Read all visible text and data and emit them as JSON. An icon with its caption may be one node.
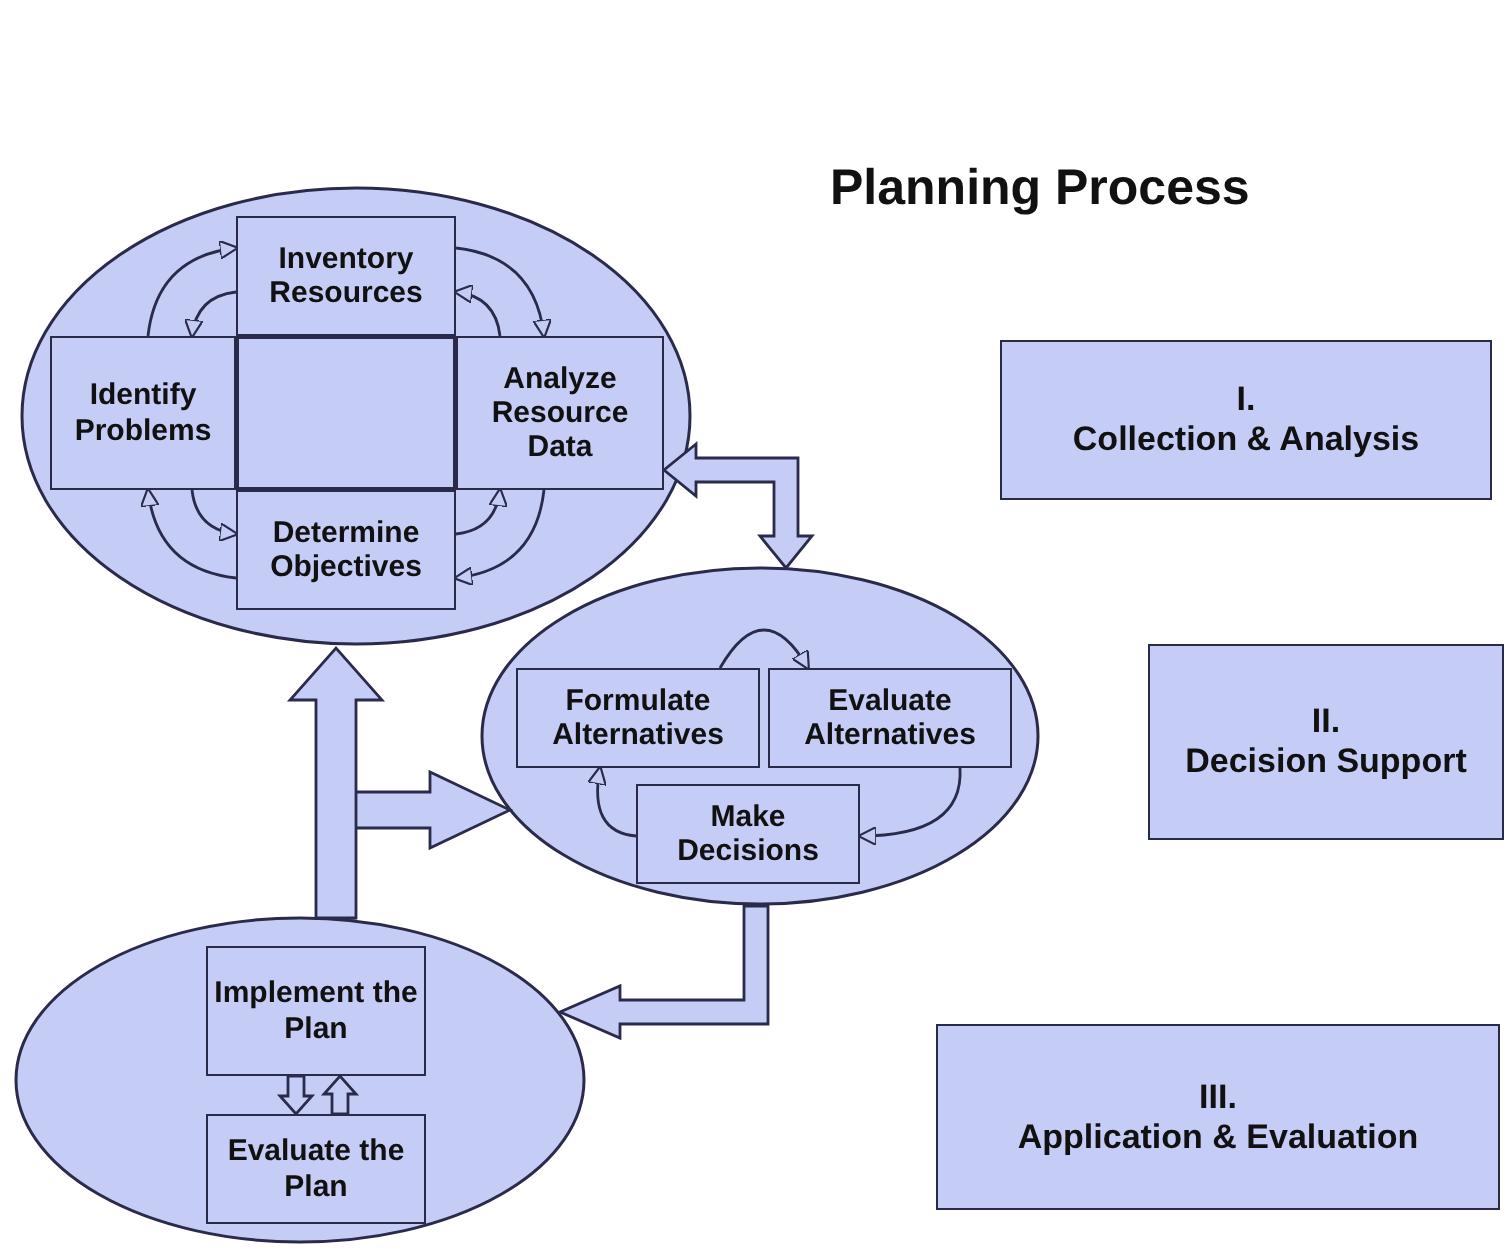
{
  "diagram": {
    "title": "Planning Process",
    "nodes": [
      {
        "text": [],
        "shape": "ellipse"
      },
      {
        "text": [
          "Inventory Resources"
        ],
        "in": 0
      },
      {
        "text": [
          "Identify Problems"
        ],
        "in": 0
      },
      {
        "text": [
          "Analyze Resource Data"
        ],
        "in": 0
      },
      {
        "text": [
          "Determine Objectives"
        ],
        "in": 0
      },
      {
        "text": [],
        "shape": "ellipse"
      },
      {
        "text": [
          "Formulate Alternatives"
        ],
        "in": 5
      },
      {
        "text": [
          "Evaluate Alternatives"
        ],
        "in": 5
      },
      {
        "text": [
          "Make Decisions"
        ],
        "in": 5
      },
      {
        "text": [],
        "shape": "ellipse"
      },
      {
        "text": [
          "Implement the Plan"
        ],
        "in": 9
      },
      {
        "text": [
          "Evaluate the Plan"
        ],
        "in": 9
      },
      {
        "text": [
          "I.",
          "Collection & Analysis"
        ]
      },
      {
        "text": [
          "II.",
          "Decision Support"
        ]
      },
      {
        "text": [
          "III.",
          "Application & Evaluation"
        ]
      },
      {
        "text": [],
        "shape": "box",
        "in": 0
      }
    ],
    "edges": [
      {
        "from": 2,
        "to": 1,
        "arrow": "to"
      },
      {
        "from": 1,
        "to": 2,
        "arrow": "to"
      },
      {
        "from": 1,
        "to": 3,
        "arrow": "to"
      },
      {
        "from": 3,
        "to": 1,
        "arrow": "to"
      },
      {
        "from": 3,
        "to": 4,
        "arrow": "to"
      },
      {
        "from": 4,
        "to": 3,
        "arrow": "to"
      },
      {
        "from": 4,
        "to": 2,
        "arrow": "to"
      },
      {
        "from": 2,
        "to": 4,
        "arrow": "to"
      },
      {
        "from": 3,
        "to": 5,
        "arrow": "both"
      },
      {
        "from": 6,
        "to": 7,
        "arrow": "to"
      },
      {
        "from": 7,
        "to": 8,
        "arrow": "to"
      },
      {
        "from": 8,
        "to": 6,
        "arrow": "to"
      },
      {
        "from": 5,
        "to": 9,
        "arrow": "to"
      },
      {
        "from": 9,
        "to": 0,
        "arrow": "to"
      },
      {
        "from": 9,
        "to": 5,
        "arrow": "to"
      },
      {
        "from": 10,
        "to": 11,
        "arrow": "to"
      },
      {
        "from": 11,
        "to": 10,
        "arrow": "to"
      }
    ]
  }
}
